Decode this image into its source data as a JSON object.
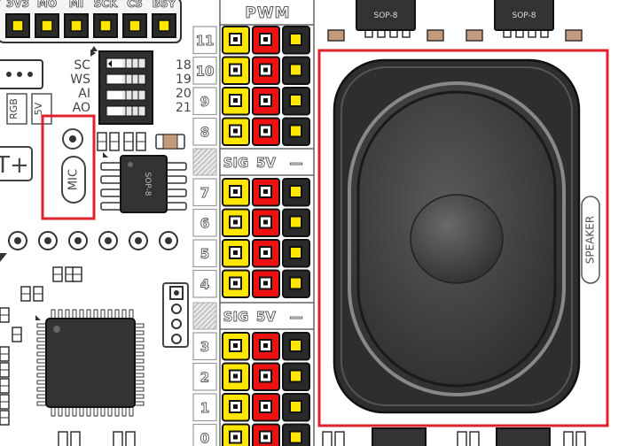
{
  "top_header": {
    "labels": [
      "3V3",
      "MO",
      "MI",
      "SCK",
      "CS",
      "BSY"
    ]
  },
  "pwm_header": {
    "title": "PWM",
    "pins_upper": [
      "11",
      "10",
      "9",
      "8"
    ],
    "pins_middle": [
      "7",
      "6",
      "5",
      "4"
    ],
    "pins_lower": [
      "3",
      "2",
      "1",
      "0"
    ],
    "col_labels": [
      "SIG",
      "5V",
      "—"
    ]
  },
  "i2s": {
    "left_labels": [
      "SC",
      "WS",
      "AI",
      "AO"
    ],
    "right_labels": [
      "18",
      "19",
      "20",
      "21"
    ]
  },
  "side_labels": {
    "rgb": "RGB",
    "5v": "5V",
    "plus": "T+"
  },
  "chips": {
    "sop_top_left": "SOP-8",
    "sop_top_right": "SOP-8",
    "sop_mid": "SOP-8"
  },
  "mic": {
    "label": "MIC"
  },
  "speaker": {
    "label": "SPEAKER"
  },
  "colors": {
    "signal": "#ffe600",
    "power": "#ee1111",
    "ground": "#2a2a2a",
    "highlight": "#e0222c",
    "speaker_body": "#3a3a3a"
  }
}
